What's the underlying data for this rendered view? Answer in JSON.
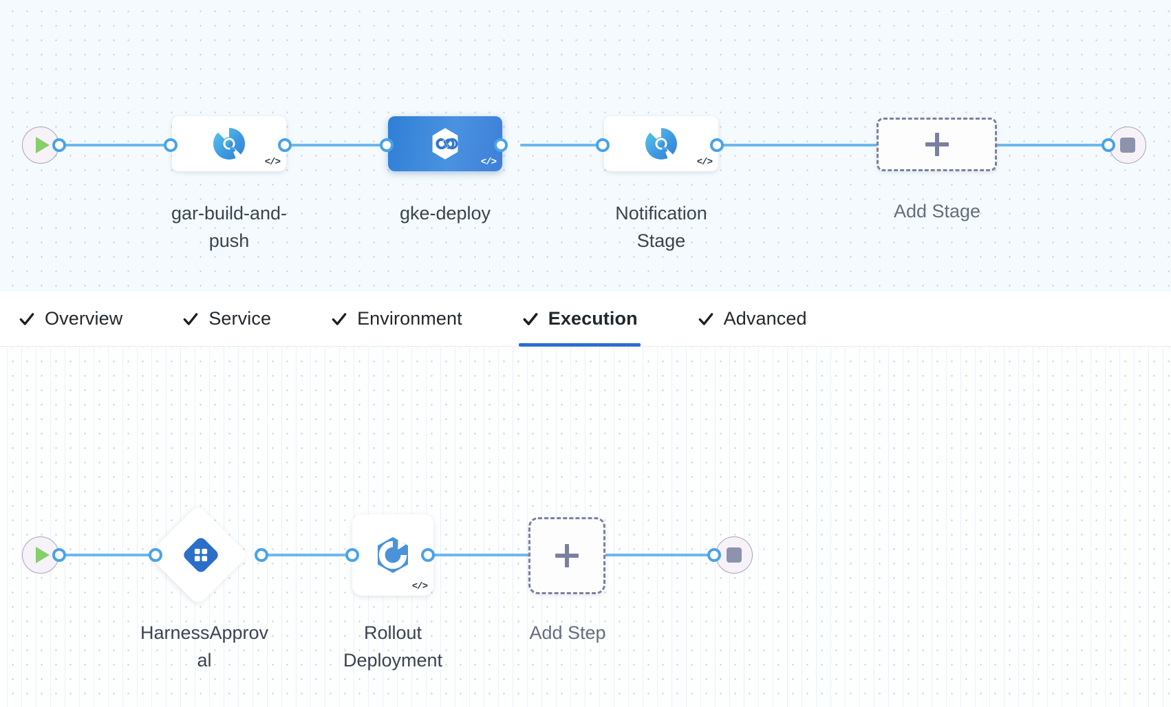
{
  "stages_graph": {
    "start_node": {
      "name": "pipeline-start",
      "icon": "play-icon"
    },
    "end_node": {
      "name": "pipeline-end",
      "icon": "stop-icon"
    },
    "stages": [
      {
        "label": "gar-build-and-\npush",
        "type": "ci",
        "icon": "harness-ci-icon",
        "selected": false,
        "code_badge": "</>"
      },
      {
        "label": "gke-deploy",
        "type": "cd",
        "icon": "harness-cd-hexagon-icon",
        "selected": true,
        "code_badge": "</>"
      },
      {
        "label": "Notification\nStage",
        "type": "ci",
        "icon": "harness-ci-icon",
        "selected": false,
        "code_badge": "</>"
      }
    ],
    "add_stage": {
      "label": "Add Stage",
      "icon": "plus-icon"
    }
  },
  "tabs": [
    {
      "label": "Overview",
      "icon": "check-icon",
      "active": false
    },
    {
      "label": "Service",
      "icon": "check-icon",
      "active": false
    },
    {
      "label": "Environment",
      "icon": "check-icon",
      "active": false
    },
    {
      "label": "Execution",
      "icon": "check-icon",
      "active": true
    },
    {
      "label": "Advanced",
      "icon": "check-icon",
      "active": false
    }
  ],
  "steps_graph": {
    "start_node": {
      "name": "execution-start",
      "icon": "play-icon"
    },
    "end_node": {
      "name": "execution-end",
      "icon": "stop-icon"
    },
    "steps": [
      {
        "label": "HarnessApprov\nal",
        "shape": "diamond",
        "icon": "harness-approval-icon",
        "code_badge": ""
      },
      {
        "label": "Rollout\nDeployment",
        "shape": "square",
        "icon": "kubernetes-rollout-icon",
        "code_badge": "</>"
      }
    ],
    "add_step": {
      "label": "Add Step",
      "icon": "plus-icon"
    }
  },
  "colors": {
    "edge": "#6cb8ee",
    "dot_ring": "#4aa3e8",
    "selected_stage": "#2f7fd6",
    "active_tab_underline": "#2c6ed0",
    "dashed_border": "#7b80a0",
    "canvas_top_bg": "#f4fafd",
    "canvas_bottom_bg": "#fdfefe",
    "play_green": "#86cf6a",
    "stop_gray": "#8d93ac"
  }
}
